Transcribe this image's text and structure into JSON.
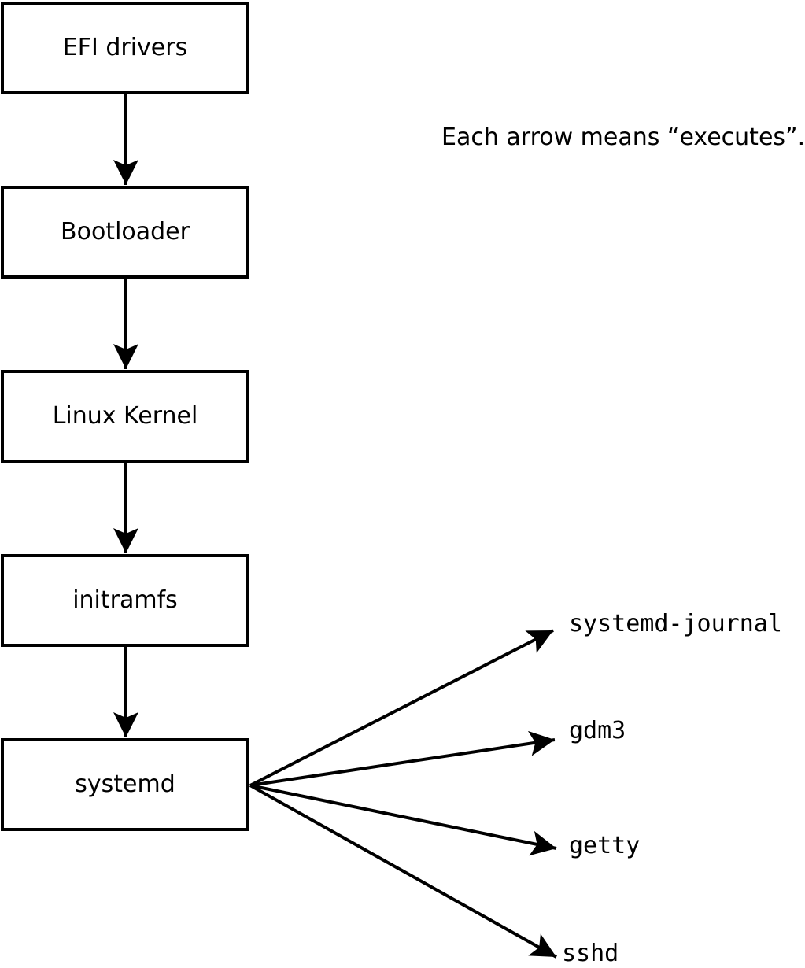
{
  "diagram": {
    "caption": "Each arrow means “executes”.",
    "arrow_meaning": "executes",
    "boot_chain": [
      {
        "id": "efi-drivers",
        "label": "EFI drivers"
      },
      {
        "id": "bootloader",
        "label": "Bootloader"
      },
      {
        "id": "linux-kernel",
        "label": "Linux Kernel"
      },
      {
        "id": "initramfs",
        "label": "initramfs"
      },
      {
        "id": "systemd",
        "label": "systemd"
      }
    ],
    "spawned_processes": [
      {
        "id": "systemd-journal",
        "label": "systemd-journal"
      },
      {
        "id": "gdm3",
        "label": "gdm3"
      },
      {
        "id": "getty",
        "label": "getty"
      },
      {
        "id": "sshd",
        "label": "sshd"
      }
    ],
    "edges": [
      {
        "from": "EFI drivers",
        "to": "Bootloader",
        "meaning": "executes"
      },
      {
        "from": "Bootloader",
        "to": "Linux Kernel",
        "meaning": "executes"
      },
      {
        "from": "Linux Kernel",
        "to": "initramfs",
        "meaning": "executes"
      },
      {
        "from": "initramfs",
        "to": "systemd",
        "meaning": "executes"
      },
      {
        "from": "systemd",
        "to": "systemd-journal",
        "meaning": "executes"
      },
      {
        "from": "systemd",
        "to": "gdm3",
        "meaning": "executes"
      },
      {
        "from": "systemd",
        "to": "getty",
        "meaning": "executes"
      },
      {
        "from": "systemd",
        "to": "sshd",
        "meaning": "executes"
      }
    ],
    "colors": {
      "background": "#ffffff",
      "box_fill": "#ffffff",
      "box_border": "#000000",
      "line": "#000000",
      "text": "#000000"
    }
  }
}
